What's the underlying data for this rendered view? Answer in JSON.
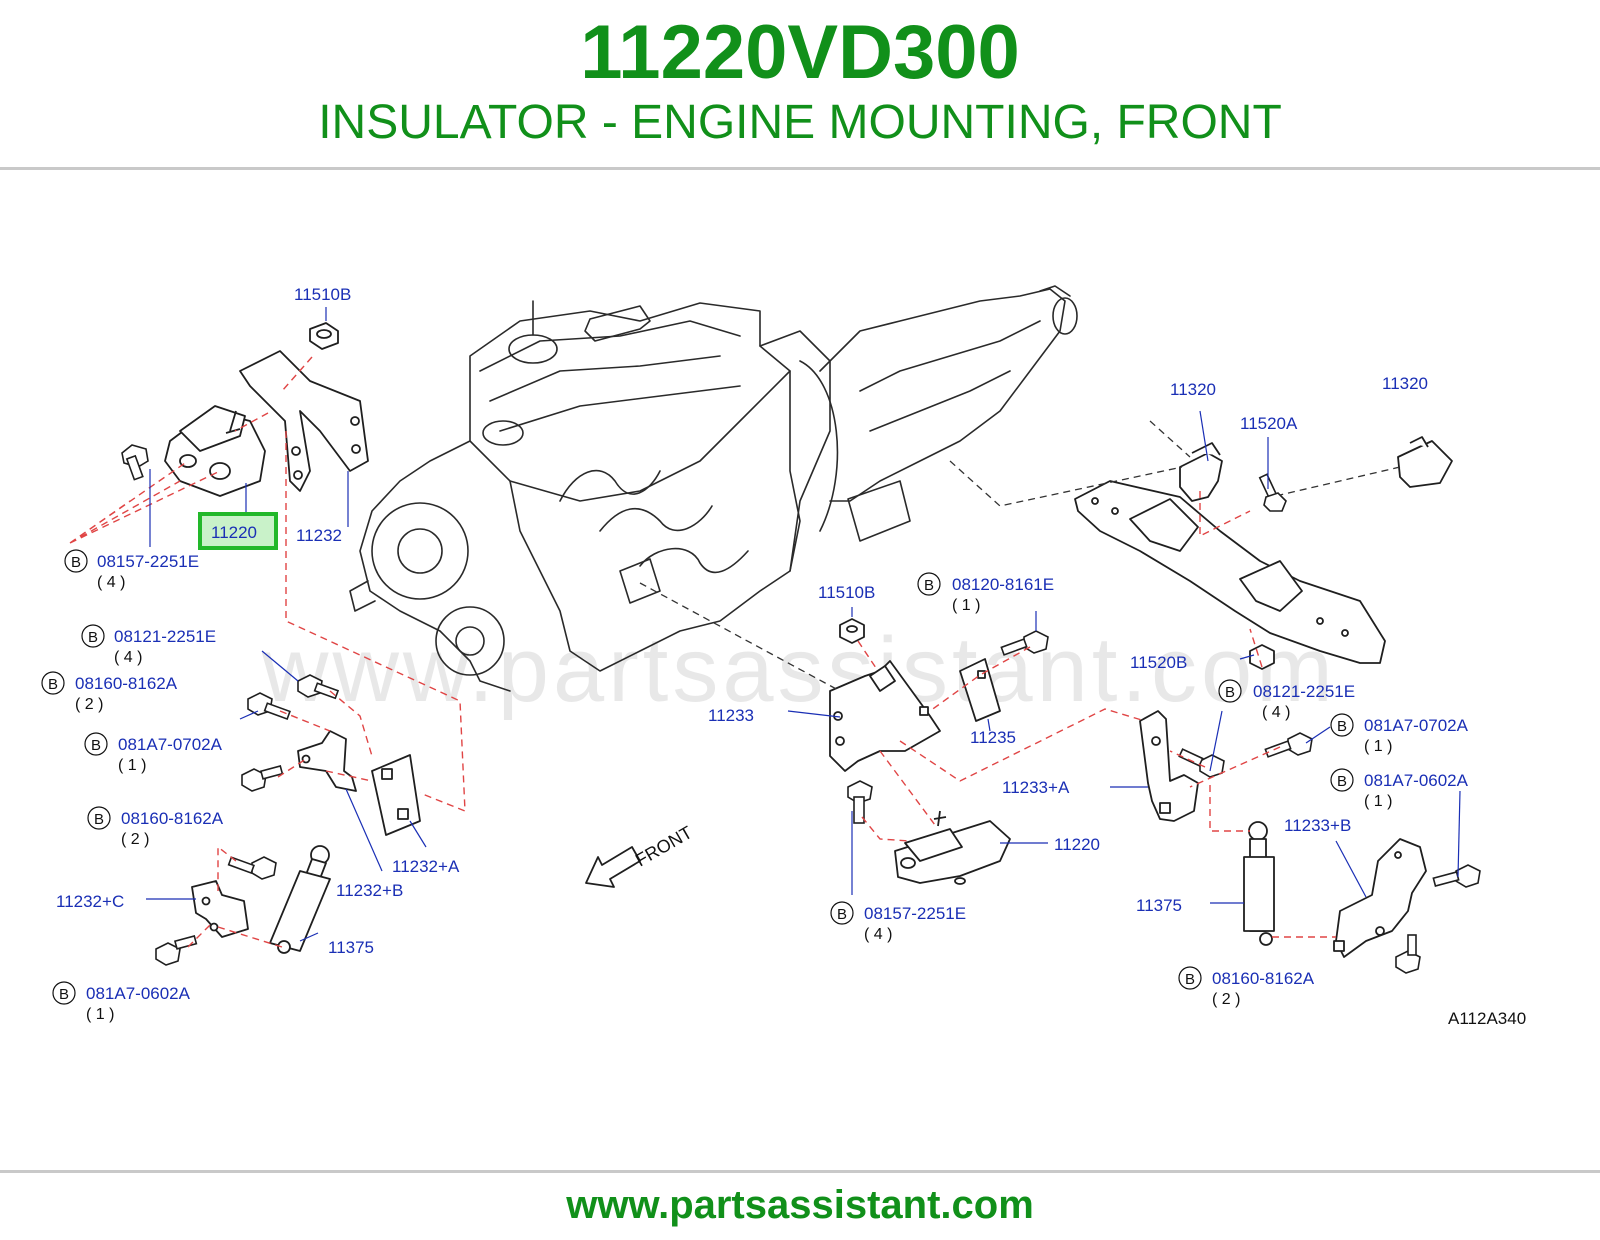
{
  "header": {
    "part_number": "11220VD300",
    "description": "INSULATOR - ENGINE MOUNTING, FRONT"
  },
  "watermark": "www.partsassistant.com",
  "diagram_ref": "A112A340",
  "front_label": "FRONT",
  "badge_letter": "B",
  "highlight_color": "#22b82a",
  "callout_color": "#1a2fb5",
  "title_color": "#11901a",
  "callouts": {
    "c_11510B_top": "11510B",
    "c_11220_highlight": "11220",
    "c_11232": "11232",
    "c_08157_left": "08157-2251E",
    "c_08157_left_qty": "( 4 )",
    "c_08121_left": "08121-2251E",
    "c_08121_left_qty": "( 4 )",
    "c_08160_left1": "08160-8162A",
    "c_08160_left1_qty": "( 2 )",
    "c_081A7_0702_left": "081A7-0702A",
    "c_081A7_0702_left_qty": "( 1 )",
    "c_08160_left2": "08160-8162A",
    "c_08160_left2_qty": "( 2 )",
    "c_11232C": "11232+C",
    "c_081A7_0602_left": "081A7-0602A",
    "c_081A7_0602_left_qty": "( 1 )",
    "c_11232A": "11232+A",
    "c_11232B": "11232+B",
    "c_11375_left": "11375",
    "c_11320_a": "11320",
    "c_11320_b": "11320",
    "c_11520A": "11520A",
    "c_08120": "08120-8161E",
    "c_08120_qty": "( 1 )",
    "c_11510B_mid": "11510B",
    "c_11520B": "11520B",
    "c_08121_right": "08121-2251E",
    "c_08121_right_qty": "( 4 )",
    "c_081A7_0702_right": "081A7-0702A",
    "c_081A7_0702_right_qty": "( 1 )",
    "c_081A7_0602_right": "081A7-0602A",
    "c_081A7_0602_right_qty": "( 1 )",
    "c_11233": "11233",
    "c_11235": "11235",
    "c_11233A": "11233+A",
    "c_11220_right": "11220",
    "c_11233B": "11233+B",
    "c_08157_right": "08157-2251E",
    "c_08157_right_qty": "( 4 )",
    "c_11375_right": "11375",
    "c_08160_right": "08160-8162A",
    "c_08160_right_qty": "( 2 )"
  },
  "footer": {
    "url": "www.partsassistant.com"
  }
}
